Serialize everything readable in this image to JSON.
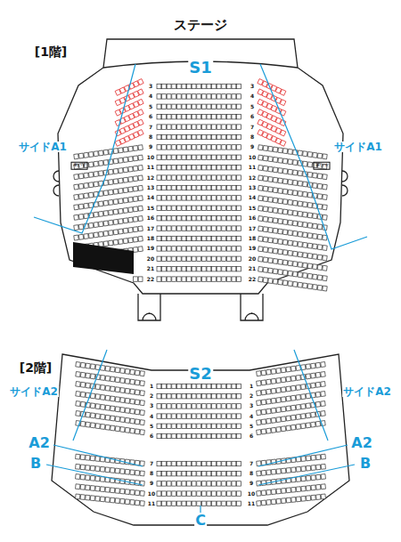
{
  "diagram": {
    "labels": [
      "ステージ",
      "[1階]",
      "S1",
      "サイドA1",
      "サイドA1",
      "車いす",
      "車いす",
      "3",
      "3",
      "4",
      "4",
      "5",
      "5",
      "6",
      "6",
      "7",
      "7",
      "8",
      "8",
      "9",
      "9",
      "10",
      "10",
      "11",
      "11",
      "12",
      "12",
      "13",
      "13",
      "14",
      "14",
      "15",
      "15",
      "16",
      "16",
      "17",
      "17",
      "18",
      "18",
      "19",
      "19",
      "20",
      "20",
      "21",
      "21",
      "22",
      "22",
      "[2階]",
      "S2",
      "サイドA2",
      "サイドA2",
      "A2",
      "A2",
      "B",
      "B",
      "C",
      "1",
      "1",
      "2",
      "2",
      "3",
      "3",
      "4",
      "4",
      "5",
      "5",
      "6",
      "6",
      "7",
      "7",
      "8",
      "8",
      "9",
      "9",
      "10",
      "10",
      "11",
      "11"
    ]
  }
}
